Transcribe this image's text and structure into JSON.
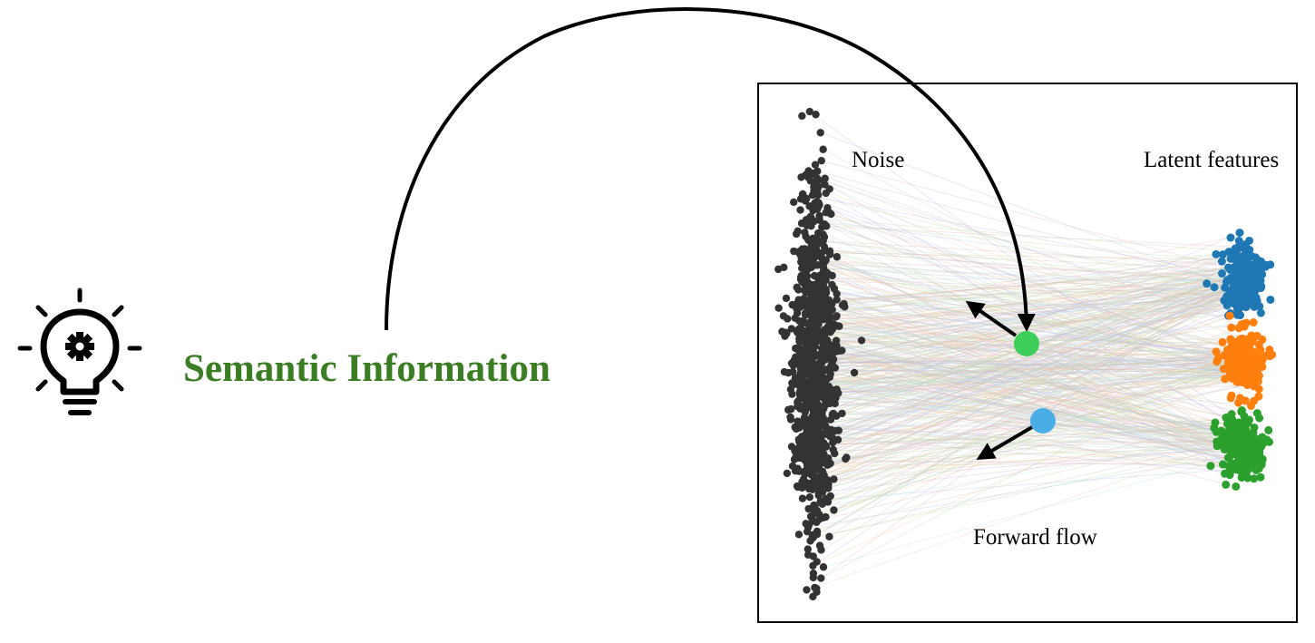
{
  "semantic": {
    "label": "Semantic Information",
    "icon": "lightbulb-gear-icon",
    "color": "#3a7d22"
  },
  "panel": {
    "noise_label": "Noise",
    "latent_label": "Latent features",
    "flow_label": "Forward flow"
  },
  "colors": {
    "noise_points": "#333333",
    "cluster_blue": "#1f77b4",
    "cluster_orange": "#ff7f0e",
    "cluster_green": "#2ca02c",
    "marker_green": "#3ecf5a",
    "marker_blue": "#4aaee6",
    "arrow": "#000000"
  }
}
